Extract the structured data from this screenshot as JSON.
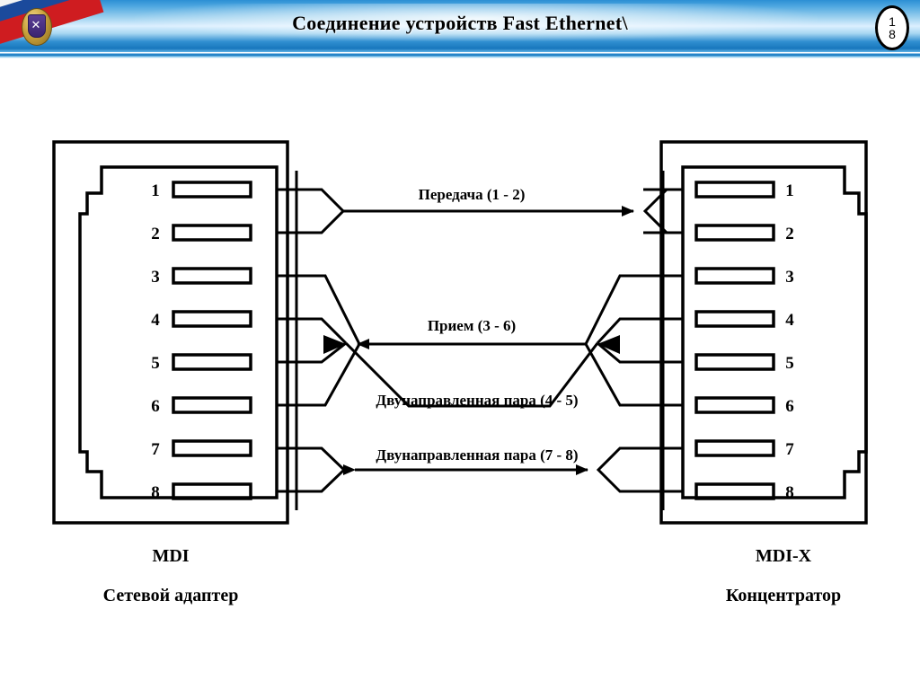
{
  "header": {
    "title": "Соединение устройств Fast Ethernet\\",
    "page_number_top": "1",
    "page_number_bottom": "8",
    "accent_color": "#1877bd",
    "flag_colors": [
      "#f4f4f4",
      "#1b4a9c",
      "#cf1c20"
    ],
    "emblem_name": "state-emblem"
  },
  "diagram": {
    "left_device": {
      "port_label": "MDI",
      "device_label": "Сетевой адаптер",
      "pins": [
        "1",
        "2",
        "3",
        "4",
        "5",
        "6",
        "7",
        "8"
      ]
    },
    "right_device": {
      "port_label": "MDI-X",
      "device_label": "Концентратор",
      "pins": [
        "1",
        "2",
        "3",
        "4",
        "5",
        "6",
        "7",
        "8"
      ]
    },
    "connections": [
      {
        "label": "Передача (1 - 2)",
        "pins": "1 - 2",
        "direction": "right"
      },
      {
        "label": "Прием (3 - 6)",
        "pins": "3 - 6",
        "direction": "left"
      },
      {
        "label": "Двунаправленная пара (4 - 5)",
        "pins": "4 - 5",
        "direction": "both"
      },
      {
        "label": "Двунаправленная пара (7 - 8)",
        "pins": "7 - 8",
        "direction": "both"
      }
    ],
    "line_color": "#000000",
    "background_color": "#ffffff"
  }
}
